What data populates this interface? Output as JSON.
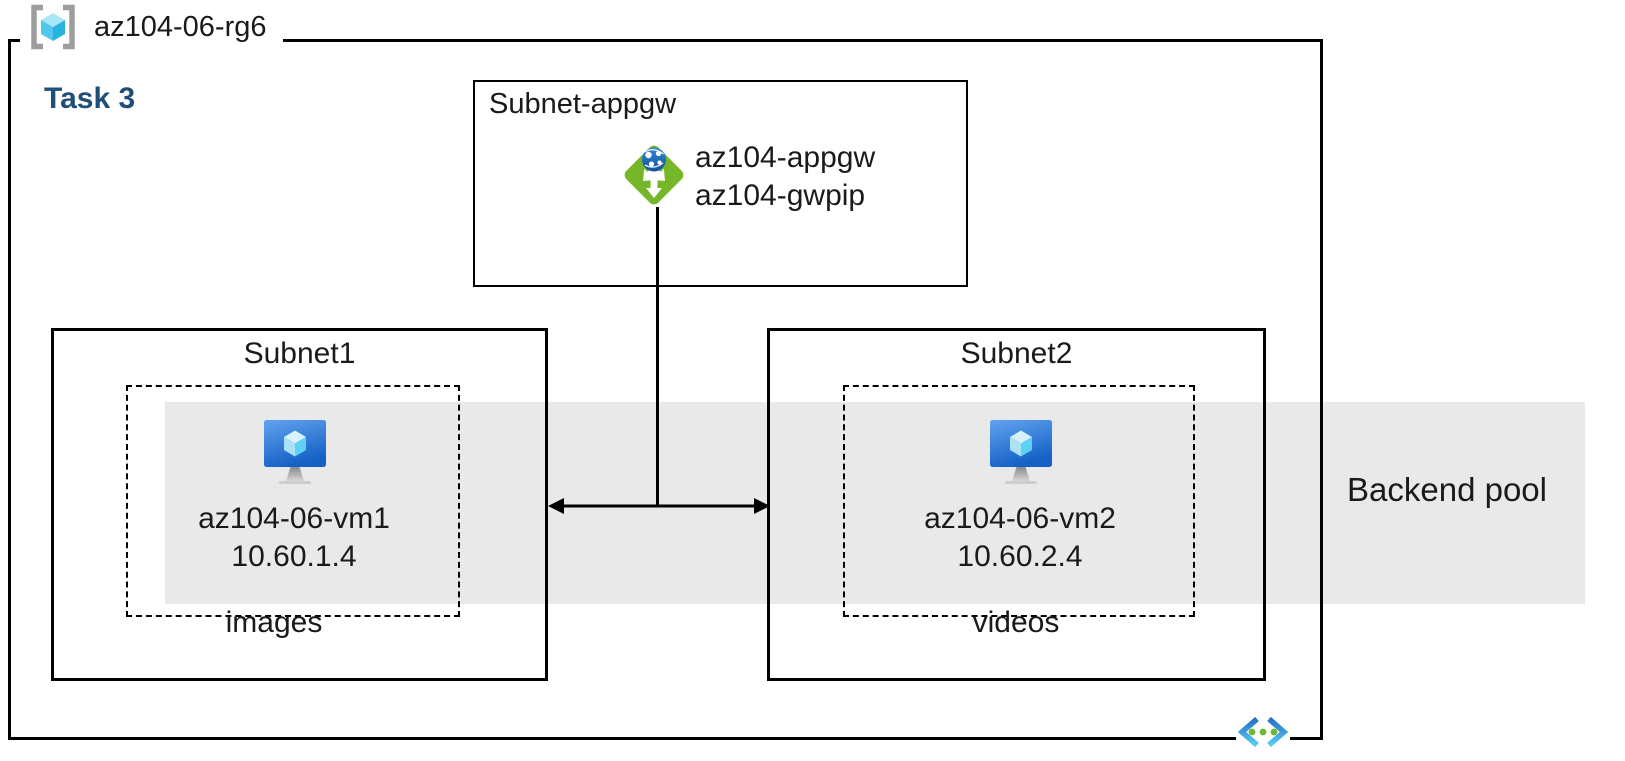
{
  "diagram": {
    "resource_group_label": "az104-06-rg6",
    "task_label": "Task 3",
    "appgw_subnet": {
      "title": "Subnet-appgw",
      "gateway_name": "az104-appgw",
      "gateway_pip": "az104-gwpip"
    },
    "subnet1": {
      "title": "Subnet1",
      "vm_name": "az104-06-vm1",
      "vm_ip": "10.60.1.4",
      "caption": "images"
    },
    "subnet2": {
      "title": "Subnet2",
      "vm_name": "az104-06-vm2",
      "vm_ip": "10.60.2.4",
      "caption": "videos"
    },
    "backend_pool_label": "Backend pool",
    "icons": {
      "resource_group": "resource-group-icon",
      "application_gateway": "application-gateway-icon",
      "virtual_machine": "virtual-machine-icon",
      "virtual_network": "virtual-network-icon"
    },
    "colors": {
      "task_label": "#1F4E79",
      "backend_band": "#E9E9E9",
      "text": "#1A1A1A",
      "border": "#000000",
      "appgw_green": "#76B729",
      "globe_blue": "#2274C0",
      "vm_screen_blue_top": "#62A3F0",
      "vm_screen_blue_bottom": "#1561C6",
      "cube_cyan": "#4FC8EC",
      "vnet_dot_green": "#6FB82E",
      "bracket_gray": "#9D9D9D"
    }
  }
}
